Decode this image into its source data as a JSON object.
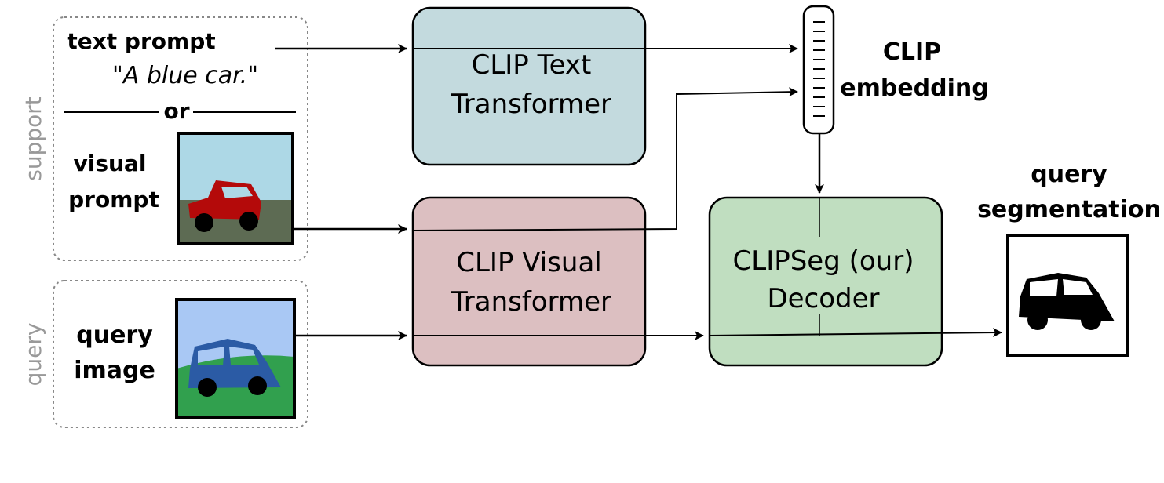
{
  "support": {
    "side_label": "support",
    "text_prompt_label": "text prompt",
    "text_prompt_example": "\"A blue car.\"",
    "or_label": "or",
    "visual_prompt_line1": "visual",
    "visual_prompt_line2": "prompt"
  },
  "query": {
    "side_label": "query",
    "image_line1": "query",
    "image_line2": "image"
  },
  "blocks": {
    "text_transformer_line1": "CLIP Text",
    "text_transformer_line2": "Transformer",
    "visual_transformer_line1": "CLIP Visual",
    "visual_transformer_line2": "Transformer",
    "decoder_line1": "CLIPSeg (our)",
    "decoder_line2": "Decoder"
  },
  "embedding": {
    "line1": "CLIP",
    "line2": "embedding"
  },
  "output": {
    "line1": "query",
    "line2": "segmentation"
  },
  "colors": {
    "text_transformer_fill": "#c3dade",
    "visual_transformer_fill": "#dcbfc1",
    "decoder_fill": "#c0dec0",
    "visual_prompt_sky": "#add8e6",
    "visual_prompt_ground": "#5d6b53",
    "visual_prompt_car": "#b40a0a",
    "query_sky": "#a9c8f4",
    "query_ground": "#31a04e",
    "query_car": "#2b5ba5"
  }
}
